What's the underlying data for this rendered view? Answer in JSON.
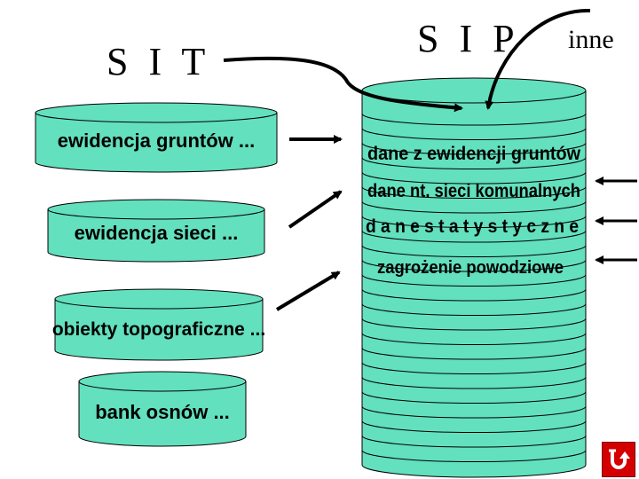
{
  "titles": {
    "sit": "S I T",
    "sip": "S I P",
    "inne": "inne"
  },
  "sources": [
    {
      "label": "ewidencja gruntów ..."
    },
    {
      "label": "ewidencja sieci ..."
    },
    {
      "label": "obiekty topograficzne ..."
    },
    {
      "label": "bank osnów ..."
    }
  ],
  "sip_layers": [
    {
      "label": "dane z ewidencji gruntów"
    },
    {
      "label": "dane nt. sieci komunalnych"
    },
    {
      "label": "d a n e  s t a t y s t y c z n e"
    },
    {
      "label": "zagrożenie  powodziowe"
    }
  ],
  "colors": {
    "cylinder_fill": "#63e0be",
    "back_button": "#d40000"
  },
  "icons": {
    "back": "return-arrow-icon"
  }
}
